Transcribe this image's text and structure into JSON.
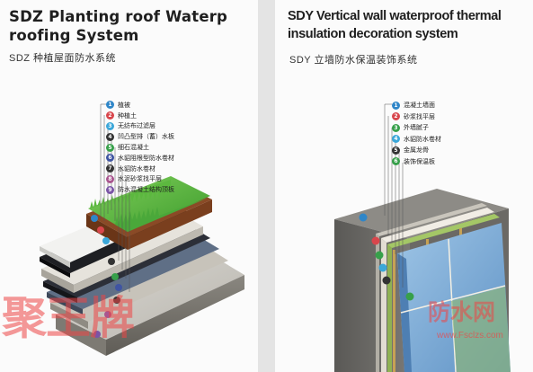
{
  "left_panel": {
    "title_en": "SDZ Planting roof Waterp roofing System",
    "title_cn": "SDZ 种植屋面防水系统",
    "layers": [
      {
        "number": "1",
        "label": "植被",
        "color": "#2f86c8"
      },
      {
        "number": "2",
        "label": "种植土",
        "color": "#d8464c"
      },
      {
        "number": "3",
        "label": "无纺布过滤层",
        "color": "#3ba7d9"
      },
      {
        "number": "4",
        "label": "凹凸型排（蓄）水板",
        "color": "#333333"
      },
      {
        "number": "5",
        "label": "细石混凝土",
        "color": "#37a04a"
      },
      {
        "number": "6",
        "label": "水貂阻根型防水卷材",
        "color": "#3f54a2"
      },
      {
        "number": "7",
        "label": "水貂防水卷材",
        "color": "#333333"
      },
      {
        "number": "8",
        "label": "水泥砂浆找平层",
        "color": "#a9558f"
      },
      {
        "number": "9",
        "label": "防水混凝土结构顶板",
        "color": "#7a54a6"
      }
    ]
  },
  "right_panel": {
    "title_en": "SDY Vertical wall waterproof thermal insulation decoration system",
    "title_cn": "SDY 立墙防水保温装饰系统",
    "layers": [
      {
        "number": "1",
        "label": "混凝土墙面",
        "color": "#2f86c8"
      },
      {
        "number": "2",
        "label": "砂浆找平层",
        "color": "#d8464c"
      },
      {
        "number": "3",
        "label": "外墙腻子",
        "color": "#37a04a"
      },
      {
        "number": "4",
        "label": "水貂防水卷材",
        "color": "#3ba7d9"
      },
      {
        "number": "5",
        "label": "金属龙骨",
        "color": "#333333"
      },
      {
        "number": "6",
        "label": "装饰保温板",
        "color": "#37a04a"
      }
    ]
  },
  "watermark": {
    "main": "聚王牌",
    "side": "防水网",
    "url": "www.Fsclzs.com"
  }
}
